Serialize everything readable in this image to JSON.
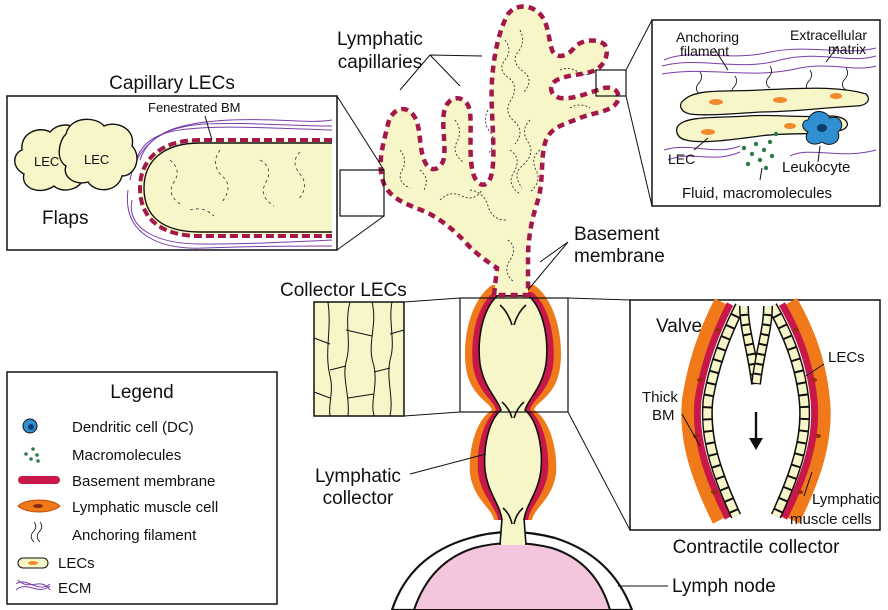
{
  "labels": {
    "lymphatic_capillaries": [
      "Lymphatic",
      "capillaries"
    ],
    "capillary_lecs": "Capillary LECs",
    "fenestrated_bm": "Fenestrated BM",
    "lec_1": "LEC",
    "lec_2": "LEC",
    "flaps": "Flaps",
    "anchoring_filament": [
      "Anchoring",
      "filament"
    ],
    "extracellular_matrix": [
      "Extracellular",
      "matrix"
    ],
    "lec_zoom": "LEC",
    "leukocyte": "Leukocyte",
    "fluid_macromolecules": "Fluid, macromolecules",
    "basement_membrane": [
      "Basement",
      "membrane"
    ],
    "collector_lecs": "Collector LECs",
    "valve": "Valve",
    "lecs_valve": "LECs",
    "thick_bm": [
      "Thick",
      "BM"
    ],
    "lymphatic_muscle_cells": [
      "Lymphatic",
      "muscle cells"
    ],
    "contractile_collector": "Contractile collector",
    "lymphatic_collector": [
      "Lymphatic",
      "collector"
    ],
    "lymph_node": "Lymph node"
  },
  "legend": {
    "title": "Legend",
    "items": [
      {
        "label": "Dendritic cell (DC)",
        "icon": "dendritic-cell-icon"
      },
      {
        "label": "Macromolecules",
        "icon": "macromolecules-icon"
      },
      {
        "label": "Basement membrane",
        "icon": "basement-membrane-icon"
      },
      {
        "label": "Lymphatic muscle cell",
        "icon": "muscle-cell-icon"
      },
      {
        "label": "Anchoring filament",
        "icon": "anchoring-filament-icon"
      },
      {
        "label": "LECs",
        "icon": "lec-icon"
      },
      {
        "label": "ECM",
        "icon": "ecm-icon"
      }
    ]
  },
  "colors": {
    "lec_fill": "#f6f6c8",
    "basement_membrane": "#c8184a",
    "capillary_bm_dash": "#a3174b",
    "muscle": "#f07a1a",
    "muscle_dark": "#d9541c",
    "ecm": "#7a3ea8",
    "lymph_node": "#f4c6dd",
    "leukocyte": "#2f8fd0",
    "macromolecule": "#2f7a4a",
    "lec_nucleus": "#f08a2a"
  }
}
